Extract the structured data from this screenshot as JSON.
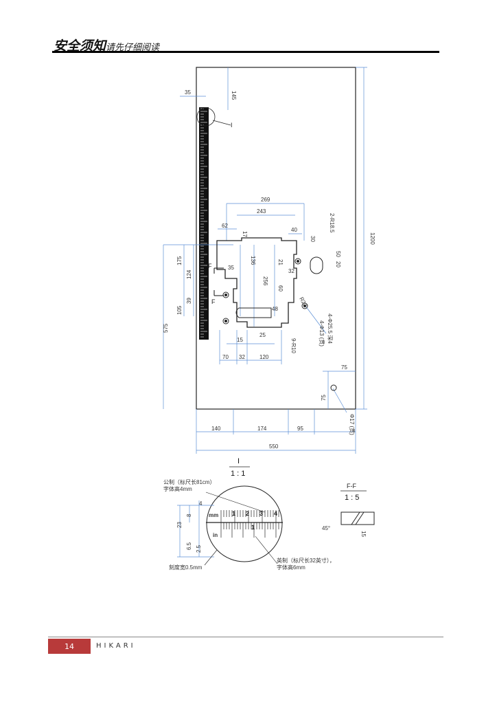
{
  "header": {
    "title_bold": "安全须知",
    "title_sub": "请先仔细阅读"
  },
  "footer": {
    "page": "14",
    "brand": "HIKARI"
  },
  "drawing": {
    "dims": {
      "d35": "35",
      "d145": "145",
      "d269": "269",
      "d243": "243",
      "d62": "62",
      "d17": "17",
      "d40": "40",
      "d30": "30",
      "d2r185": "2-R18.5",
      "d50": "50",
      "d20": "20",
      "d1200": "1200",
      "d175": "175",
      "d124": "124",
      "d35b": "35",
      "d136": "136",
      "d21": "21",
      "d32": "32",
      "d256": "256",
      "d60": "60",
      "d39": "39",
      "d105": "105",
      "d48": "48",
      "dR23": "R23",
      "d25": "25",
      "d4phi255": "4-Φ25.5 深4",
      "d4phi13": "4-Φ13 (贯)",
      "d575": "575",
      "d15": "15",
      "d9r10": "9-R10",
      "d70": "70",
      "d32b": "32",
      "d120": "120",
      "d75": "75",
      "d75b": "75",
      "d140": "140",
      "d174": "174",
      "d95": "95",
      "dphi17": "Φ17 (贯)",
      "d550": "550",
      "d8": "8",
      "d23": "23",
      "d4": "4",
      "d65": "6.5",
      "d25b": "2.5",
      "d15b": "15",
      "d45": "45°"
    },
    "labels": {
      "marker_i": "I",
      "marker_f1": "F",
      "marker_f2": "F",
      "detail_i": "I",
      "scale_i": "1 : 1",
      "detail_ff": "F-F",
      "scale_ff": "1 : 5",
      "metric_note1": "公制（标尺长81cm）",
      "metric_note2": "字体高4mm",
      "imp_note1": "英制（标尺长32英寸），",
      "imp_note2": "字体高6mm",
      "tick_width": "刻度宽0.5mm",
      "mm_label": "mm",
      "in_label": "in",
      "num1": "1",
      "num2": "2",
      "num3": "3",
      "num4": "4",
      "num1b": "1"
    },
    "colors": {
      "dim": "#5b8fd6",
      "line": "#222222"
    }
  }
}
